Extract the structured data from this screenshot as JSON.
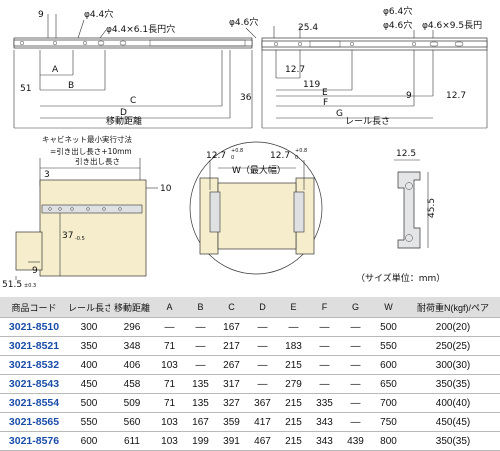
{
  "top_view": {
    "dim_9": "9",
    "hole_44": "φ4.4穴",
    "hole_44x61": "φ4.4×6.1長円穴",
    "hole_46_a": "φ4.6穴",
    "dim_254": "25.4",
    "hole_64": "φ6.4穴",
    "hole_46_b": "φ4.6穴",
    "hole_46x95": "φ4.6×9.5長円",
    "dim_A": "A",
    "dim_B": "B",
    "dim_51": "51",
    "dim_C": "C",
    "dim_D": "D",
    "travel_label": "移動距離",
    "dim_127_a": "12.7",
    "dim_119": "119",
    "dim_E": "E",
    "dim_36": "36",
    "dim_F": "F",
    "dim_G": "G",
    "dim_9_b": "9",
    "dim_127_b": "12.7",
    "rail_length_label": "レール長さ"
  },
  "side_view": {
    "note_line1": "キャビネット最小実行寸法",
    "note_line2": "=引き出し長さ+10mm",
    "note_line3": "引き出し長さ",
    "dim_3": "3",
    "dim_10": "10",
    "dim_37": "37",
    "dim_37_tol": "-0.5",
    "dim_9": "9",
    "dim_515": "51.5",
    "dim_515_tol": "±0.3"
  },
  "front_view": {
    "dim_127_l": "12.7",
    "dim_127_l_tol_top": "+0.8",
    "dim_127_l_tol_bot": "0",
    "dim_127_r": "12.7",
    "dim_127_r_tol_top": "+0.8",
    "dim_127_r_tol_bot": "0",
    "width_label": "W（最大幅）"
  },
  "section_view": {
    "dim_125": "12.5",
    "dim_455": "45.5",
    "unit_note": "（サイズ単位：mm）"
  },
  "table": {
    "headers": [
      "商品コード",
      "レール長さ",
      "移動距離",
      "A",
      "B",
      "C",
      "D",
      "E",
      "F",
      "G",
      "W",
      "耐荷重N(kgf)/ペア"
    ],
    "rows": [
      [
        "3021-8510",
        "300",
        "296",
        "—",
        "—",
        "167",
        "—",
        "—",
        "—",
        "—",
        "500",
        "200(20)"
      ],
      [
        "3021-8521",
        "350",
        "348",
        "71",
        "—",
        "217",
        "—",
        "183",
        "—",
        "—",
        "550",
        "250(25)"
      ],
      [
        "3021-8532",
        "400",
        "406",
        "103",
        "—",
        "267",
        "—",
        "215",
        "—",
        "—",
        "600",
        "300(30)"
      ],
      [
        "3021-8543",
        "450",
        "458",
        "71",
        "135",
        "317",
        "—",
        "279",
        "—",
        "—",
        "650",
        "350(35)"
      ],
      [
        "3021-8554",
        "500",
        "509",
        "71",
        "135",
        "327",
        "367",
        "215",
        "335",
        "—",
        "700",
        "400(40)"
      ],
      [
        "3021-8565",
        "550",
        "560",
        "103",
        "167",
        "359",
        "417",
        "215",
        "343",
        "—",
        "750",
        "450(45)"
      ],
      [
        "3021-8576",
        "600",
        "611",
        "103",
        "199",
        "391",
        "467",
        "215",
        "343",
        "439",
        "800",
        "350(35)"
      ]
    ]
  }
}
